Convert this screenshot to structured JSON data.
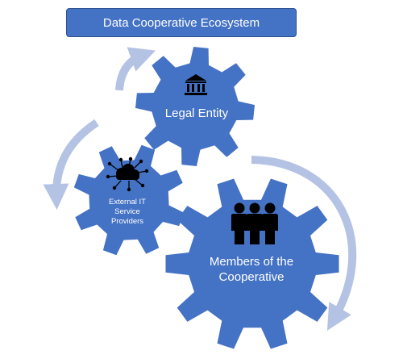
{
  "title": "Data Cooperative Ecosystem",
  "gears": {
    "legal": {
      "label": "Legal Entity",
      "icon": "bank-building-icon"
    },
    "it": {
      "label_lines": [
        "External IT",
        "Service",
        "Providers"
      ],
      "icon": "cloud-network-icon"
    },
    "members": {
      "label_lines": [
        "Members of the",
        "Cooperative"
      ],
      "icon": "people-group-icon"
    }
  },
  "colors": {
    "gear": "#4472c4",
    "arrow": "#b4c3e4",
    "text": "#ffffff",
    "icon": "#000000"
  }
}
